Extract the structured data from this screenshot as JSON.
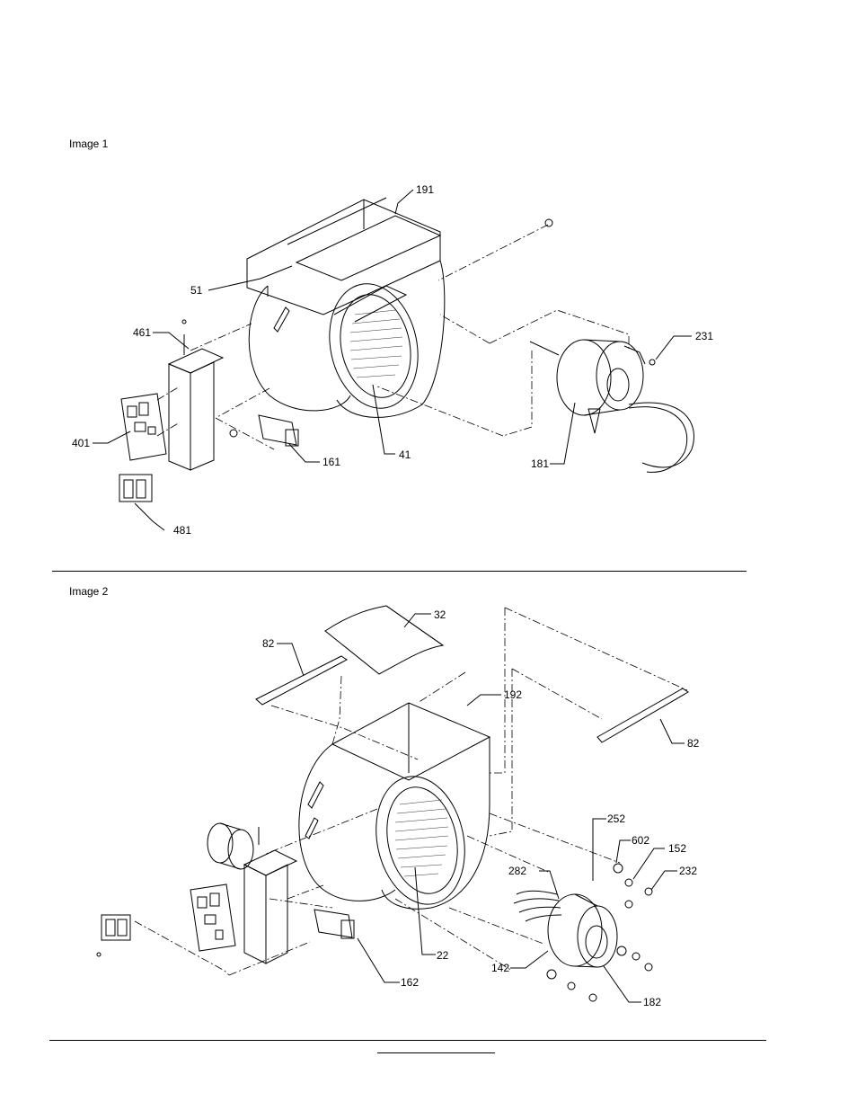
{
  "sections": [
    {
      "label": "Image 1"
    },
    {
      "label": "Image 2"
    }
  ],
  "image1_callouts": [
    "191",
    "51",
    "461",
    "401",
    "161",
    "41",
    "481",
    "231",
    "181"
  ],
  "image2_callouts": [
    "32",
    "82",
    "192",
    "82",
    "252",
    "602",
    "152",
    "232",
    "282",
    "22",
    "142",
    "162",
    "182"
  ]
}
